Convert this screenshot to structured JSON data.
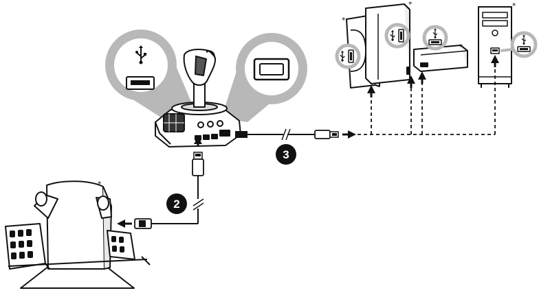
{
  "steps": [
    {
      "number": "2",
      "connection": "rudder-to-joystick"
    },
    {
      "number": "3",
      "connection": "joystick-to-host"
    }
  ],
  "devices": {
    "joystick": {
      "icon": "joystick-base-icon"
    },
    "rudder_pedals": {
      "icon": "rudder-pedals-icon",
      "marker": "*"
    },
    "console_series_s": {
      "icon": "console-tower-icon",
      "marker": "*"
    },
    "console_series_x": {
      "icon": "console-tower-icon",
      "marker": "*"
    },
    "console_one": {
      "icon": "console-flat-icon",
      "marker": "*"
    },
    "pc": {
      "icon": "pc-tower-icon",
      "marker": "*"
    }
  },
  "callouts": [
    {
      "name": "usb-type-a-port",
      "icon": "usb-icon"
    },
    {
      "name": "rj12-port",
      "icon": "rj12-port-icon"
    }
  ],
  "colors": {
    "line": "#111111",
    "shade": "#b8b8b8",
    "badge": "#111111",
    "fill": "#ffffff"
  }
}
